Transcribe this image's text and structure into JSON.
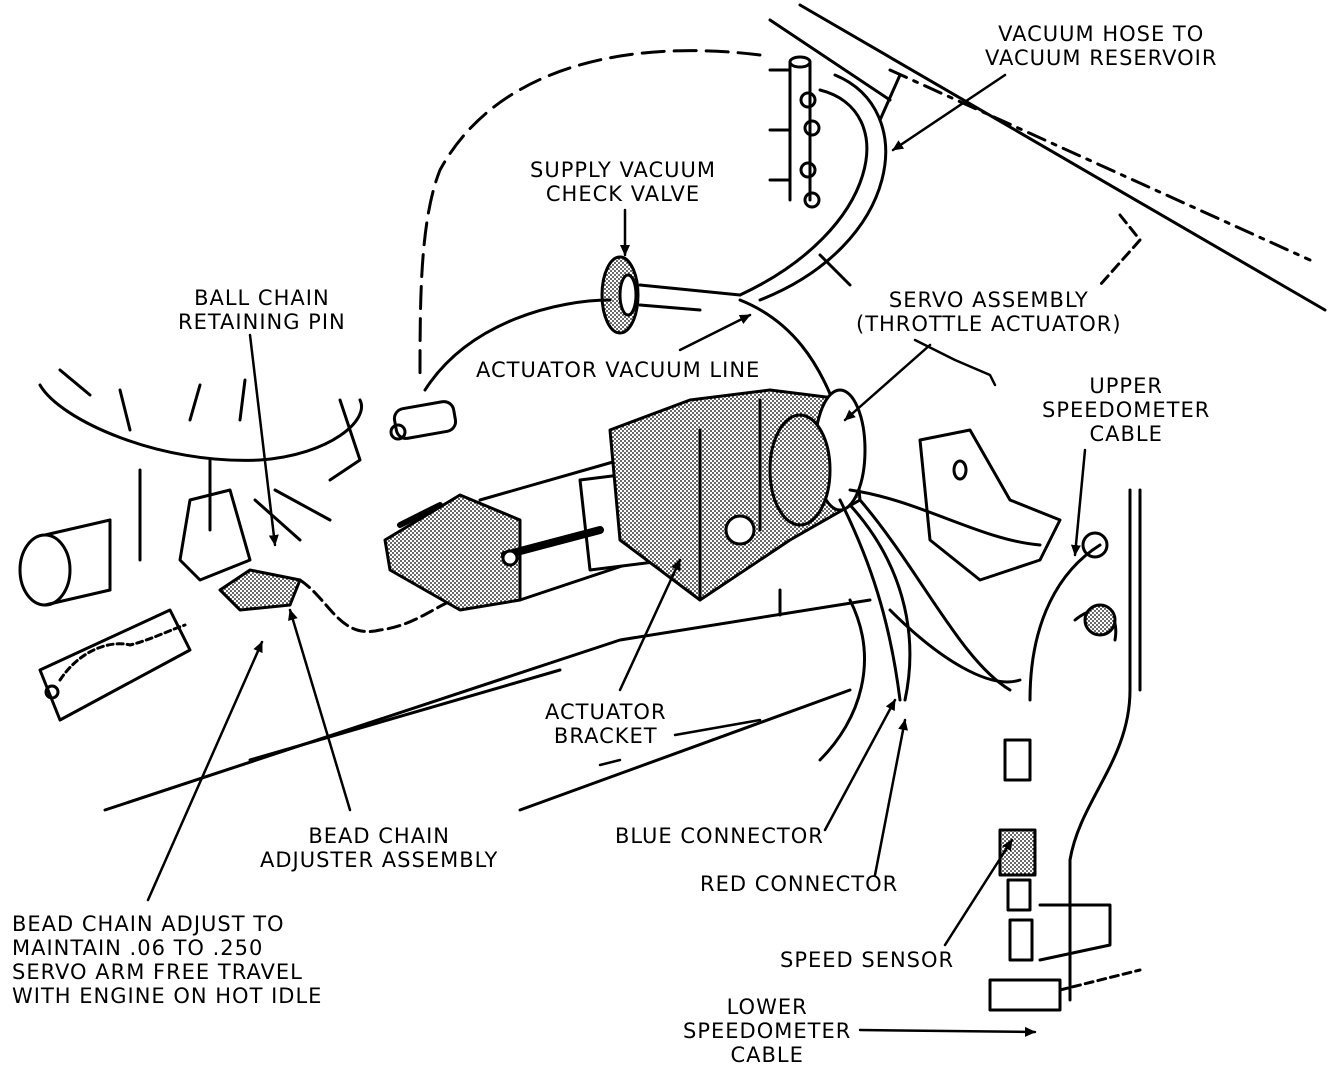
{
  "labels": {
    "vacuum_hose": "VACUUM HOSE TO\nVACUUM RESERVOIR",
    "supply_check_valve": "SUPPLY VACUUM\nCHECK VALVE",
    "ball_chain_pin": "BALL CHAIN\nRETAINING PIN",
    "servo_assembly": "SERVO ASSEMBLY\n(THROTTLE ACTUATOR)",
    "actuator_vacuum_line": "ACTUATOR VACUUM LINE",
    "upper_speedometer_cable": "UPPER\nSPEEDOMETER\nCABLE",
    "actuator_bracket": "ACTUATOR\nBRACKET",
    "bead_chain_adjuster": "BEAD CHAIN\nADJUSTER ASSEMBLY",
    "blue_connector": "BLUE CONNECTOR",
    "red_connector": "RED CONNECTOR",
    "bead_chain_adjust_note": "BEAD CHAIN ADJUST TO\nMAINTAIN .06 TO .250\nSERVO ARM FREE TRAVEL\nWITH ENGINE ON HOT IDLE",
    "speed_sensor": "SPEED SENSOR",
    "lower_speedometer_cable": "LOWER\nSPEEDOMETER\nCABLE"
  },
  "colors": {
    "ink": "#000000",
    "paper": "#ffffff",
    "shade": "#9a9a9a"
  }
}
